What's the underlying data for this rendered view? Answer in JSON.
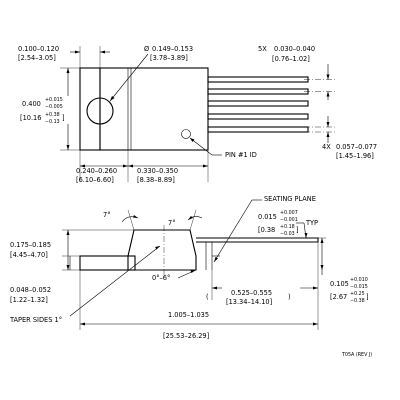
{
  "top_view": {
    "tab_width": {
      "inch": "0.100–0.120",
      "mm": "[2.54–3.05]"
    },
    "hole_diameter": {
      "prefix": "Ø",
      "inch": "0.149–0.153",
      "mm": "[3.78–3.89]"
    },
    "lead_pitch": {
      "count": "5X",
      "inch": "0.030–0.040",
      "mm": "[0.76–1.02]"
    },
    "body_height": {
      "inch": "0.400",
      "tol_plus": "+0.015",
      "tol_minus": "−0.005",
      "mm": "[10.16",
      "mm_tol_plus": "+0.38",
      "mm_tol_minus": "−0.13",
      "mm_close": "]"
    },
    "lead_width": {
      "count": "4X",
      "inch": "0.057–0.077",
      "mm": "[1.45–1.96]"
    },
    "body_left": {
      "inch": "0.240–0.260",
      "mm": "[6.10–6.60]"
    },
    "body_right": {
      "inch": "0.330–0.350",
      "mm": "[8.38–8.89]"
    },
    "pin_label": "PIN #1 ID"
  },
  "side_view": {
    "angle_left": "7°",
    "angle_right": "7°",
    "seating_plane": "SEATING PLANE",
    "lead_thickness": {
      "inch": "0.015",
      "tol_plus": "+0.007",
      "tol_minus": "−0.001",
      "mm": "[0.38",
      "mm_tol_plus": "+0.18",
      "mm_tol_minus": "−0.03",
      "mm_close": "]",
      "typ": "TYP"
    },
    "height": {
      "inch": "0.175–0.185",
      "mm": "[4.45–4.70]"
    },
    "lead_angle": "0°–6°",
    "tab_thickness": {
      "inch": "0.048–0.052",
      "mm": "[1.22–1.32]"
    },
    "lead_length": {
      "open": "(",
      "inch": "0.525–0.555",
      "mm": "[13.34–14.10]",
      "close": ")"
    },
    "lead_offset": {
      "inch": "0.105",
      "tol_plus": "+0.010",
      "tol_minus": "−0.015",
      "mm": "[2.67",
      "mm_tol_plus": "+0.25",
      "mm_tol_minus": "−0.38",
      "mm_close": "]"
    },
    "taper": "TAPER SIDES 1°",
    "total_length": {
      "inch": "1.005–1.035",
      "mm": "[25.53–26.29]"
    }
  },
  "drawing_code": "T05A (REV J)"
}
